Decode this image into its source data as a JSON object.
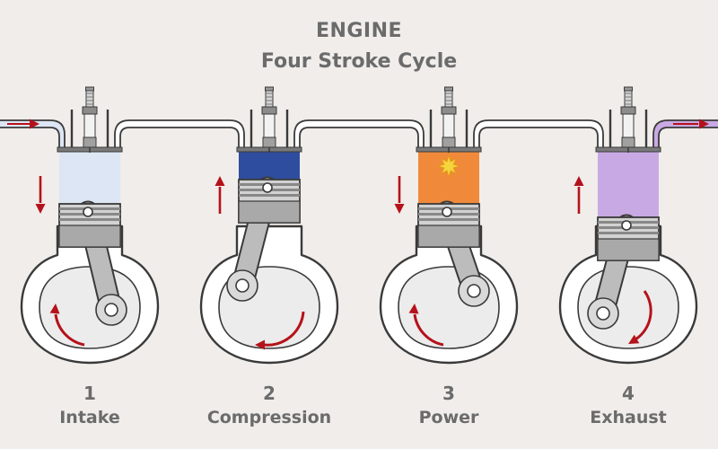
{
  "header": {
    "title": "ENGINE",
    "subtitle": "Four Stroke Cycle"
  },
  "colors": {
    "background": "#f0edea",
    "outline": "#3a3a3a",
    "arrow": "#b5121b",
    "text": "#6b6b6b"
  },
  "stages": [
    {
      "number": "1",
      "label": "Intake",
      "chamber_color": "#dde6f4",
      "piston_direction": "down",
      "crank_rotation": "counterclockwise",
      "intake_flow": true,
      "exhaust_flow": false,
      "spark": false
    },
    {
      "number": "2",
      "label": "Compression",
      "chamber_color": "#2f4d9e",
      "piston_direction": "up",
      "crank_rotation": "counterclockwise",
      "intake_flow": false,
      "exhaust_flow": false,
      "spark": false
    },
    {
      "number": "3",
      "label": "Power",
      "chamber_color": "#f08a3a",
      "piston_direction": "down",
      "crank_rotation": "counterclockwise",
      "intake_flow": false,
      "exhaust_flow": false,
      "spark": true
    },
    {
      "number": "4",
      "label": "Exhaust",
      "chamber_color": "#c9a9e4",
      "piston_direction": "up",
      "crank_rotation": "clockwise",
      "intake_flow": false,
      "exhaust_flow": true,
      "spark": false
    }
  ]
}
